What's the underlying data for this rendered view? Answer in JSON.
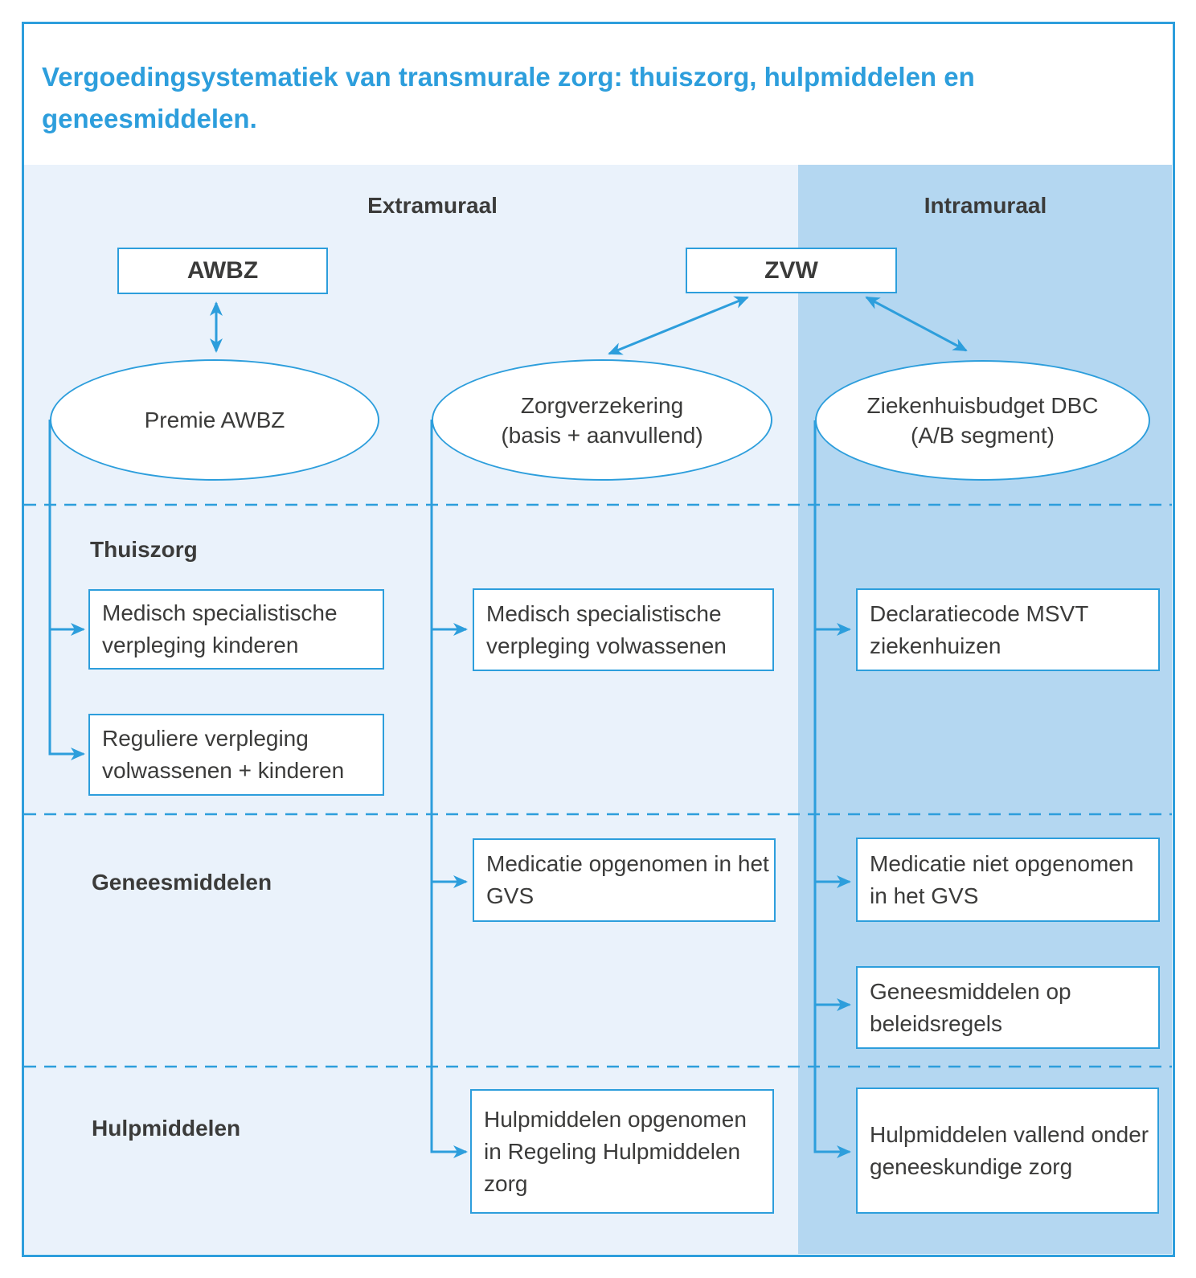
{
  "title": {
    "line1": "Vergoedingsystematiek van transmurale zorg: thuiszorg, hulpmiddelen en",
    "line2": "geneesmiddelen."
  },
  "zones": {
    "extramuraal": "Extramuraal",
    "intramuraal": "Intramuraal"
  },
  "sources": {
    "awbz": "AWBZ",
    "zvw": "ZVW"
  },
  "funds": {
    "premie_awbz": "Premie AWBZ",
    "zorgverzekering": {
      "line1": "Zorgverzekering",
      "line2": "(basis + aanvullend)"
    },
    "ziekenhuisbudget": {
      "line1": "Ziekenhuisbudget DBC",
      "line2": "(A/B segment)"
    }
  },
  "sections": {
    "thuiszorg": "Thuiszorg",
    "geneesmiddelen": "Geneesmiddelen",
    "hulpmiddelen": "Hulpmiddelen"
  },
  "boxes": {
    "msv_kinderen": "Medisch specialistische verpleging kinderen",
    "reguliere_verpleging": "Reguliere verpleging volwassenen + kinderen",
    "msv_volwassenen": "Medisch specialistische verpleging volwassenen",
    "declaratiecode_msvt": "Declaratiecode MSVT ziekenhuizen",
    "medicatie_gvs": "Medicatie opgenomen in het GVS",
    "medicatie_niet_gvs": "Medicatie niet opgenomen in het GVS",
    "geneesmiddelen_beleidsregels": "Geneesmiddelen op beleidsregels",
    "hulpmiddelen_regeling": "Hulpmiddelen opgenomen in Regeling Hulpmiddelen zorg",
    "hulpmiddelen_geneeskundig": "Hulpmiddelen vallend onder geneeskundige zorg"
  },
  "colors": {
    "accent": "#2D9EDC",
    "zone_light": "#EAF2FB",
    "zone_dark": "#B4D7F1",
    "text_dark": "#3B3B3A",
    "node_fill": "#FFFFFF"
  }
}
